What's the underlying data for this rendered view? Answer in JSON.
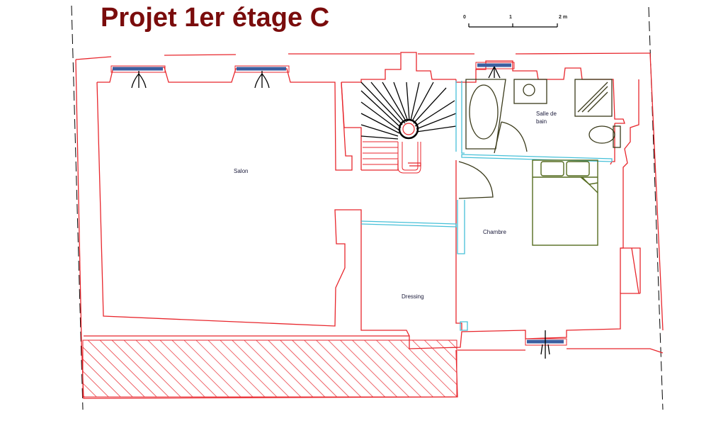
{
  "title": "Projet 1er étage C",
  "scale_bar": {
    "ticks": [
      "0",
      "1",
      "2 m"
    ]
  },
  "rooms": {
    "salon": "Salon",
    "salle_de_bain_line1": "Salle de",
    "salle_de_bain_line2": "bain",
    "chambre": "Chambre",
    "dressing": "Dressing"
  },
  "colors": {
    "title": "#7a0c0c",
    "walls": "#e8262c",
    "windows": "#3b5fa0",
    "partitions": "#46c0d8",
    "furniture": "#556b1f",
    "bath_fixtures": "#3a3a1a"
  }
}
